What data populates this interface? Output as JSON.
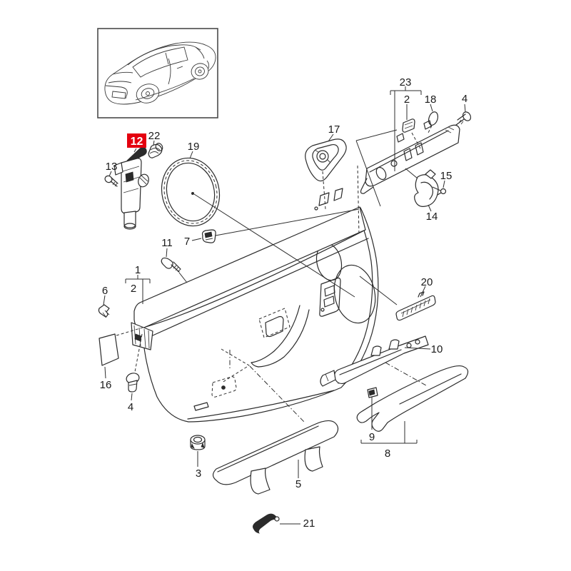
{
  "diagram": {
    "type": "exploded-parts-diagram",
    "subject": "door trim panel",
    "background_color": "#ffffff",
    "line_color": "#2b2b2b",
    "highlight_color": "#e4000f",
    "highlight_text_color": "#ffffff"
  },
  "inset": {
    "content": "car-sketch-thumbnail"
  },
  "callouts": [
    {
      "num": "1"
    },
    {
      "num": "2"
    },
    {
      "num": "2"
    },
    {
      "num": "3"
    },
    {
      "num": "4"
    },
    {
      "num": "4"
    },
    {
      "num": "5"
    },
    {
      "num": "6"
    },
    {
      "num": "7"
    },
    {
      "num": "8"
    },
    {
      "num": "9"
    },
    {
      "num": "10"
    },
    {
      "num": "11"
    },
    {
      "num": "12",
      "highlighted": true
    },
    {
      "num": "13"
    },
    {
      "num": "14"
    },
    {
      "num": "15"
    },
    {
      "num": "16"
    },
    {
      "num": "17"
    },
    {
      "num": "18"
    },
    {
      "num": "19"
    },
    {
      "num": "20"
    },
    {
      "num": "21"
    },
    {
      "num": "22"
    },
    {
      "num": "23"
    }
  ]
}
